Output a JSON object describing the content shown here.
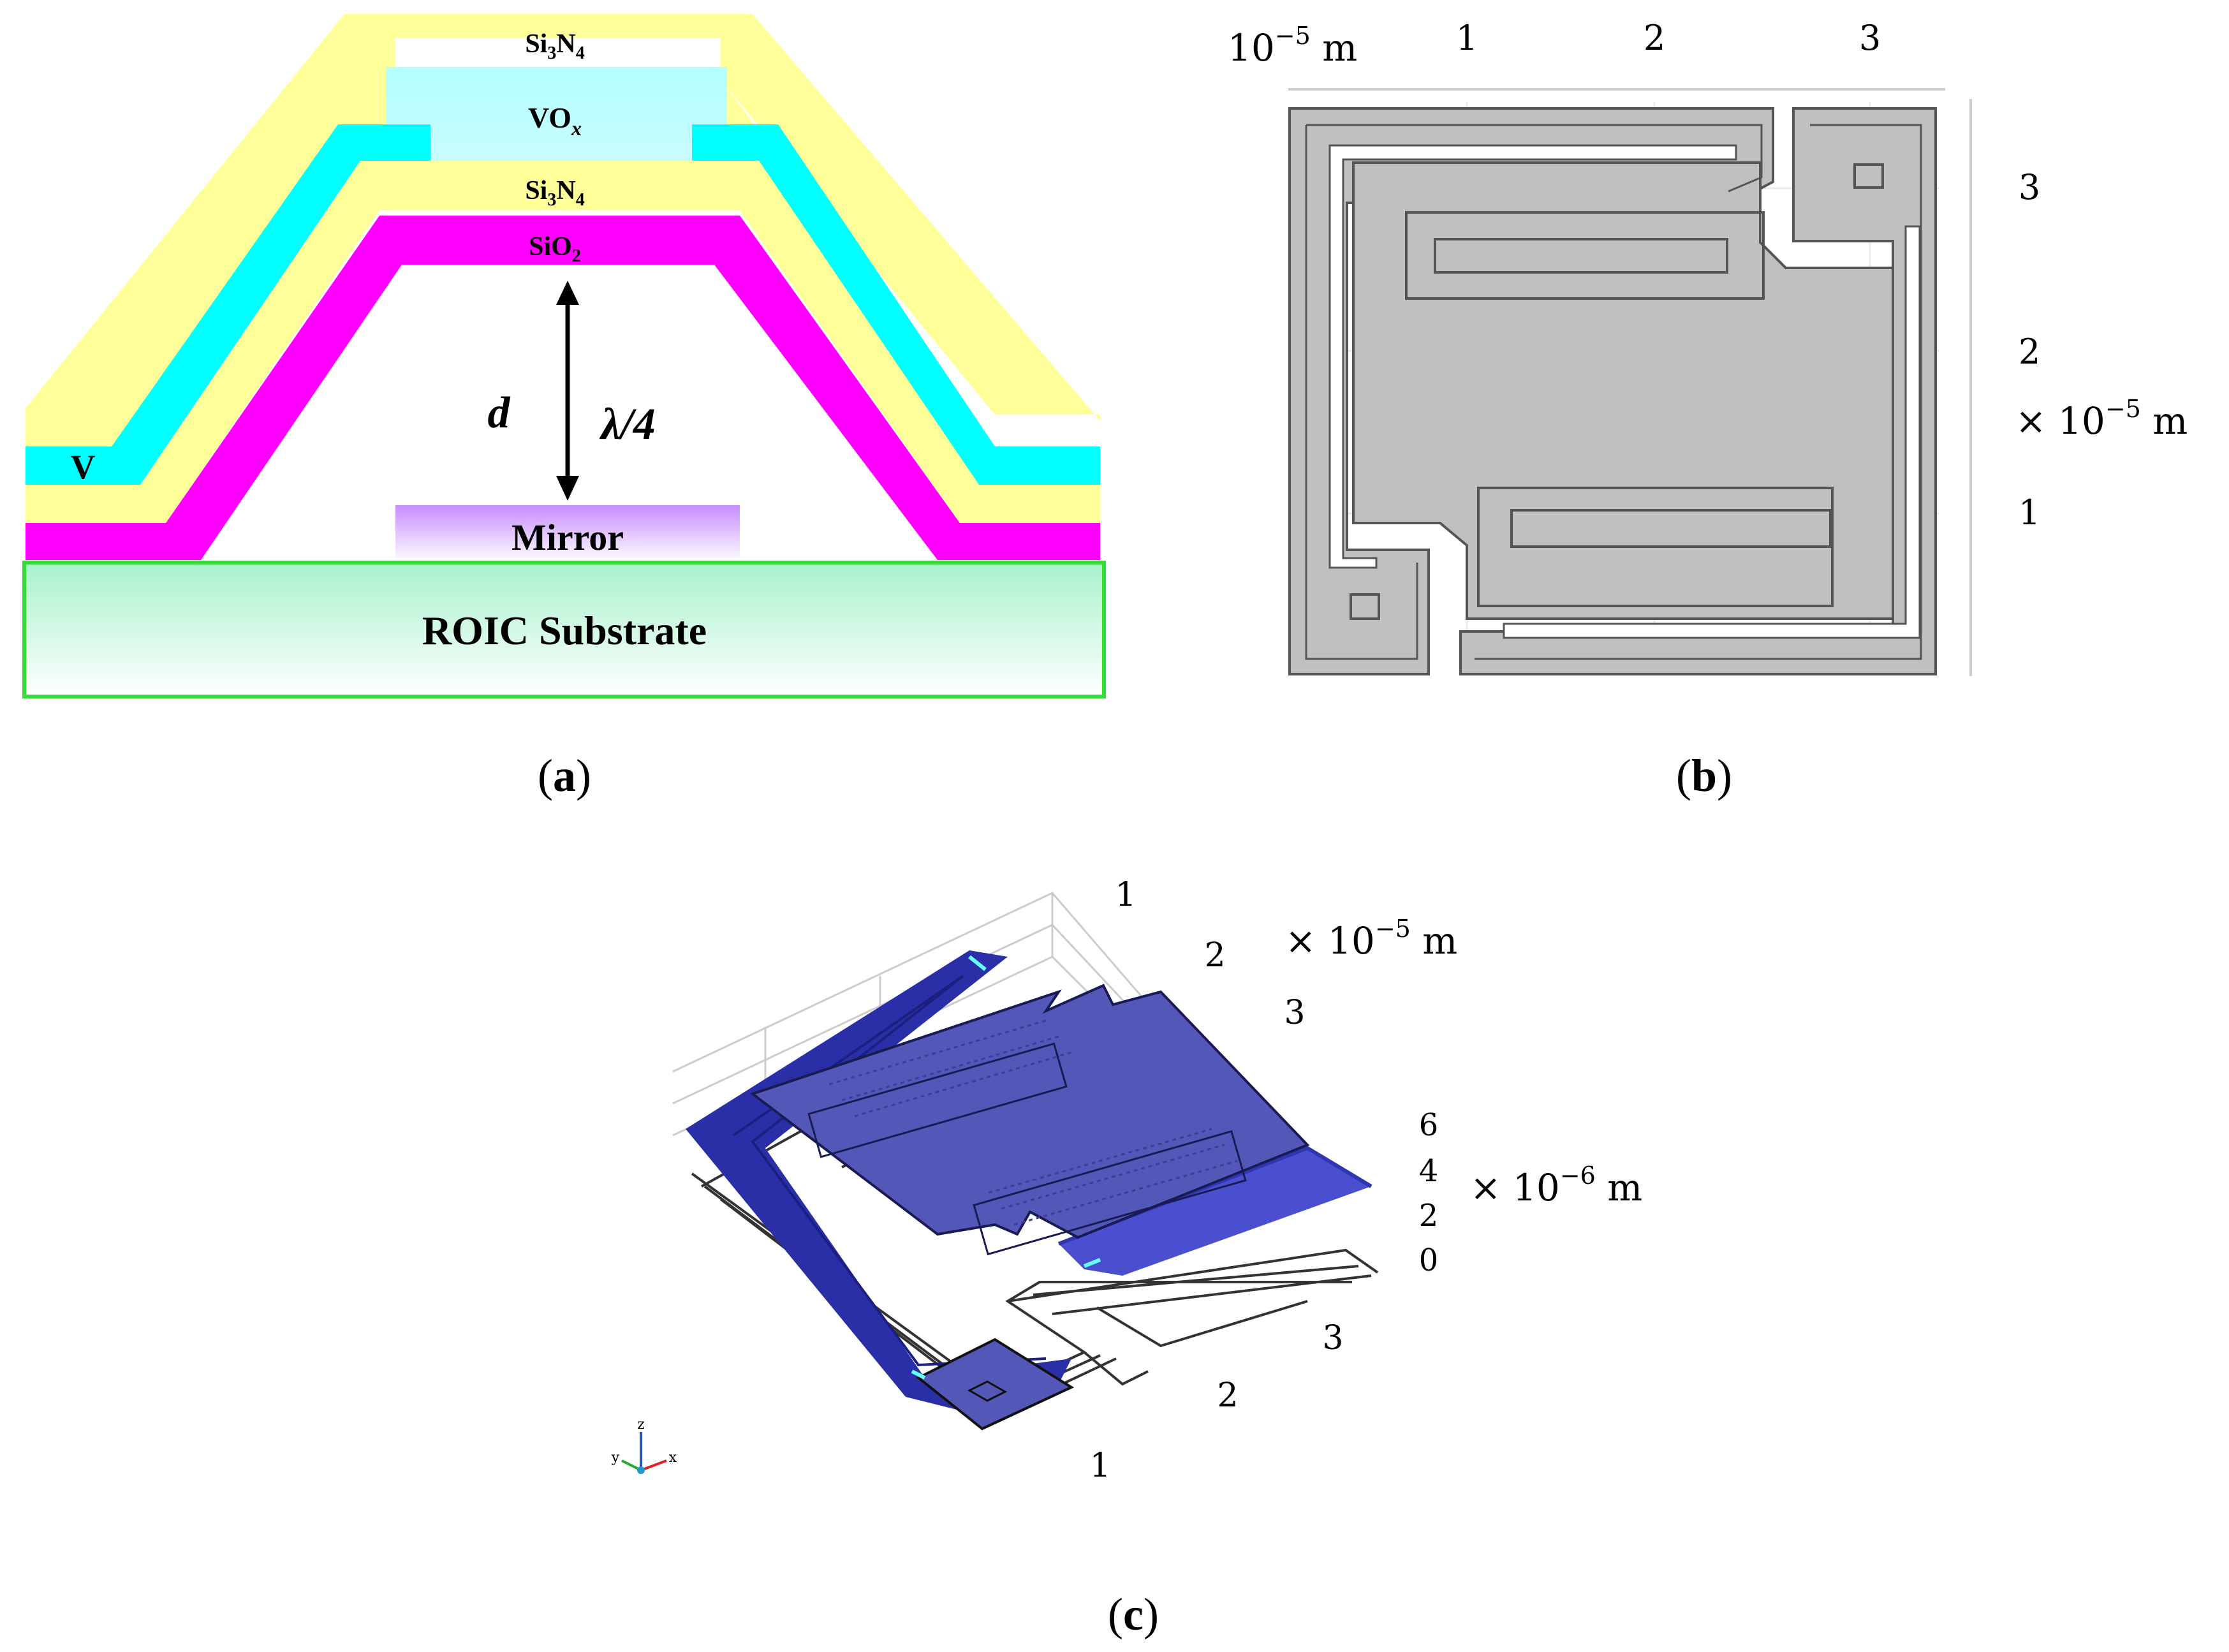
{
  "panel_a": {
    "caption": "(a)",
    "layers": {
      "top_si3n4": "Si3N4",
      "vox": "VOx",
      "mid_si3n4": "Si3N4",
      "sio2": "SiO2",
      "v_label": "V",
      "mirror": "Mirror",
      "substrate": "ROIC Substrate"
    },
    "gap_label": "d",
    "wavelength_label": "λ/4",
    "colors": {
      "si3n4": "#ffff99",
      "vox": "#b3ffff",
      "v": "#00ffff",
      "sio2": "#ff00ff",
      "mirror_top": "#c78cff",
      "substrate_top": "#aaf5d0",
      "substrate_border": "#33dd33"
    }
  },
  "panel_b": {
    "caption": "(b)",
    "x_unit": "10⁻⁵ m",
    "x_ticks": [
      "1",
      "2",
      "3"
    ],
    "y_ticks": [
      "3",
      "2",
      "1"
    ],
    "y_unit": "× 10⁻⁵ m",
    "colors": {
      "fill": "#c0c0c0",
      "stroke": "#555555"
    }
  },
  "panel_c": {
    "caption": "(c)",
    "x_ticks_top": [
      "1",
      "2",
      "3"
    ],
    "x_unit_top": "× 10⁻⁵ m",
    "z_ticks": [
      "6",
      "4",
      "2",
      "0"
    ],
    "z_unit": "× 10⁻⁶ m",
    "y_ticks_front": [
      "3",
      "2",
      "1"
    ],
    "axis_triad": {
      "z": "z",
      "y": "y",
      "x": "x"
    },
    "colors": {
      "plate": "#5357b8",
      "leg": "#2a2fa8",
      "grid": "#cccccc"
    }
  }
}
